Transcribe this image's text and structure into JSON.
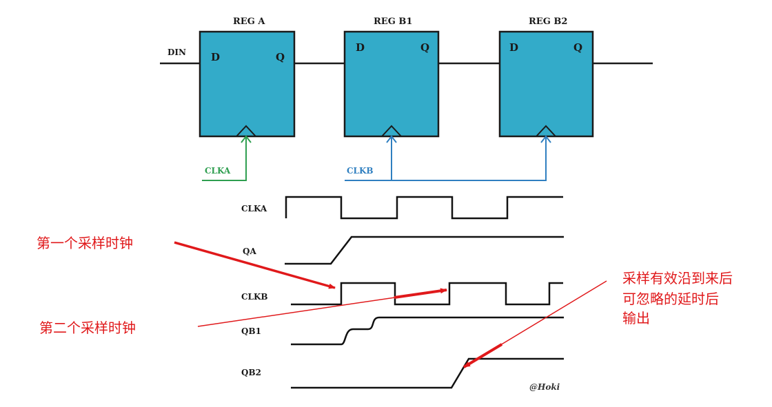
{
  "registers": [
    {
      "title": "REG A",
      "d": "D",
      "q": "Q"
    },
    {
      "title": "REG B1",
      "d": "D",
      "q": "Q"
    },
    {
      "title": "REG B2",
      "d": "D",
      "q": "Q"
    }
  ],
  "input_label": "DIN",
  "clocks": {
    "clka": {
      "label": "CLKA",
      "color": "#2e9e4f"
    },
    "clkb": {
      "label": "CLKB",
      "color": "#2f7fc0"
    }
  },
  "waveforms": [
    "CLKA",
    "QA",
    "CLKB",
    "QB1",
    "QB2"
  ],
  "annotations": {
    "first_sample": "第一个采样时钟",
    "second_sample": "第二个采样时钟",
    "delay_note": [
      "采样有效沿到来后",
      "可忽略的延时后",
      "输出"
    ]
  },
  "watermark": "@Hoki",
  "colors": {
    "register_fill": "#33abc9",
    "annotation": "#e0191b"
  }
}
